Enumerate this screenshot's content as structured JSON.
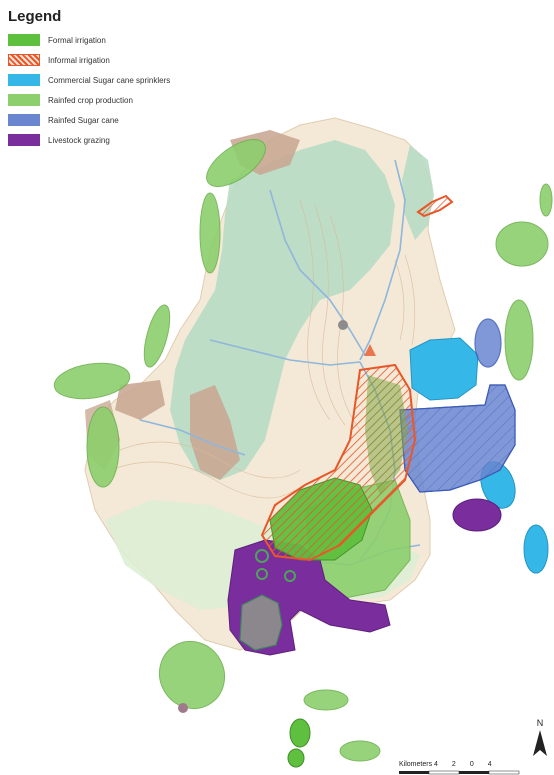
{
  "legend": {
    "title": "Legend",
    "items": [
      {
        "label": "Formal irrigation",
        "color": "#5fbf3f",
        "pattern": "solid"
      },
      {
        "label": "Informal irrigation",
        "color": "#e8572a",
        "pattern": "hatch"
      },
      {
        "label": "Commercial Sugar cane sprinklers",
        "color": "#35b8e8",
        "pattern": "solid"
      },
      {
        "label": "Rainfed crop production",
        "color": "#8ccf6c",
        "pattern": "solid"
      },
      {
        "label": "Rainfed Sugar cane",
        "color": "#6a86d0",
        "pattern": "solid"
      },
      {
        "label": "Livestock grazing",
        "color": "#7a2d9c",
        "pattern": "solid"
      }
    ]
  },
  "scale": {
    "unit_label": "Kilometers 4",
    "ticks": [
      "2",
      "0",
      "4"
    ]
  },
  "north_label": "N",
  "colors": {
    "basin": "#f4e9d6",
    "forest": "#b8dcc4",
    "wetland": "#cfe8c8",
    "bare": "#c9a994",
    "river": "#8fb6dc",
    "contour": "#d9b99a",
    "formal": "#5fbf3f",
    "informal": "#e8572a",
    "sprinkler": "#35b8e8",
    "rainfed": "#8ccf6c",
    "sugar": "#6a86d0",
    "grazing": "#7a2d9c",
    "grey": "#8c8c8c"
  }
}
